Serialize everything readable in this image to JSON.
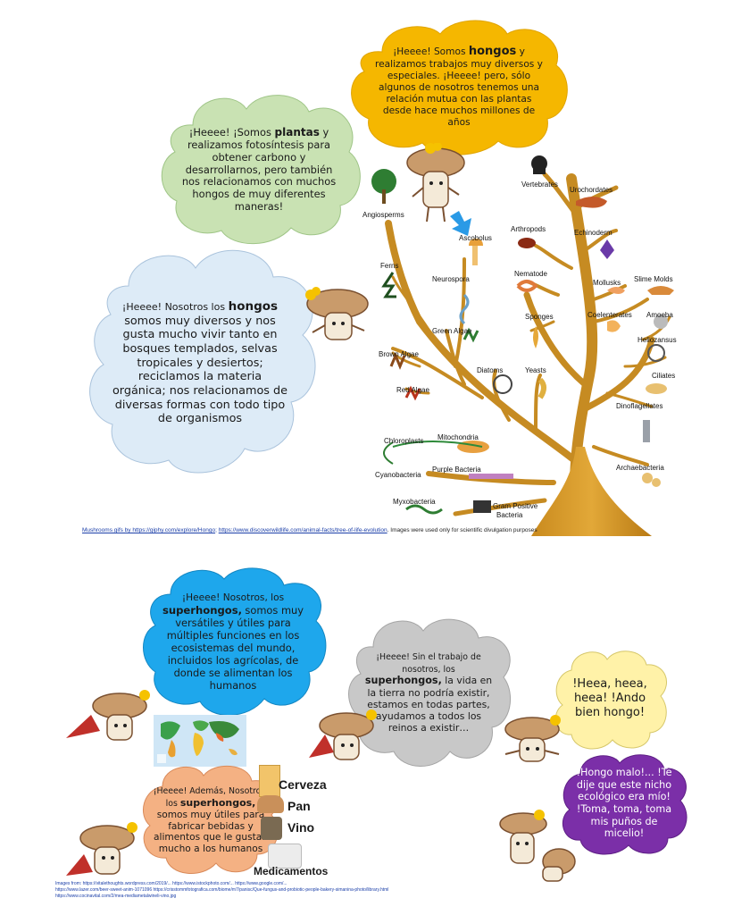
{
  "top": {
    "orange_cloud": {
      "before": "¡Heeee! Somos ",
      "bold": "hongos",
      "after": " y realizamos trabajos muy diversos y especiales. ¡Heeee! pero, sólo algunos de nosotros tenemos una relación mutua con las plantas desde hace muchos millones de años",
      "color": "#F5B700"
    },
    "green_cloud": {
      "before": "¡Heeee! ¡Somos ",
      "bold": "plantas",
      "after": " y realizamos fotosíntesis para obtener carbono y desarrollarnos, pero también nos relacionamos con muchos hongos de muy diferentes maneras!",
      "color": "#C9E2B3"
    },
    "blue_cloud": {
      "before": "¡Heeee! Nosotros los ",
      "bold": "hongos",
      "after": " somos muy diversos y nos gusta mucho vivir tanto en bosques templados, selvas tropicales y desiertos; reciclamos la materia orgánica; nos relacionamos de diversas formas con todo tipo de organismos",
      "color": "#DDEBF7"
    },
    "tree_labels": {
      "vertebrates": "Vertebrates",
      "urochordates": "Urochordates",
      "angiosperms": "Angiosperms",
      "ascobolus": "Ascobolus",
      "arthropods": "Arthropods",
      "echinoderm": "Echinoderm",
      "ferns": "Ferns",
      "neurospora": "Neurospora",
      "nematode": "Nematode",
      "mollusks": "Mollusks",
      "slime_molds": "Slime Molds",
      "green_algae": "Green Algae",
      "sponges": "Sponges",
      "coelenterates": "Coelenterates",
      "amoeba": "Amoeba",
      "heliozansus": "Heliozansus",
      "brown_algae": "Brown Algae",
      "diatoms": "Diatoms",
      "yeasts": "Yeasts",
      "ciliates": "Ciliates",
      "red_algae": "Red Algae",
      "dinoflagellates": "Dinoflagellates",
      "chloroplasts": "Chloroplasts",
      "mitochondria": "Mitochondria",
      "cyanobacteria": "Cyanobacteria",
      "purple_bacteria": "Purple Bacteria",
      "archaebacteria": "Archaebacteria",
      "myxobacteria": "Myxobacteria",
      "gram_positive_1": "Gram Positive",
      "gram_positive_2": "Bacteria"
    },
    "credit": {
      "link1": "Mushrooms gifs by https://giphy.com/explore/Hongo",
      "sep": "; ",
      "link2": "https://www.discoverwildlife.com/animal-facts/tree-of-life-evolution",
      "tail": ". Images were used only for scientific divulgation purposes"
    }
  },
  "bottom": {
    "blue_cloud": {
      "before": "¡Heeee! Nosotros, los ",
      "bold": "superhongos,",
      "after": " somos muy versátiles y útiles para múltiples funciones en los ecosistemas del mundo, incluidos los agrícolas, de donde se alimentan los humanos",
      "color": "#1EA7EC"
    },
    "grey_cloud": {
      "before": "¡Heeee! Sin el trabajo de nosotros, los ",
      "bold": "superhongos,",
      "after": " la vida en la tierra no podría existir, estamos en todas partes, ayudamos a todos los reinos a existir…",
      "color": "#C8C8C8"
    },
    "orange_cloud": {
      "before": "¡Heeee! Además, Nosotros, los ",
      "bold": "superhongos,",
      "after": " somos muy útiles para fabricar bebidas y alimentos que le gustan mucho a los humanos",
      "color": "#F4B183"
    },
    "yellow_cloud": {
      "text": "!Heea, heea, heea! !Ando bien hongo!",
      "color": "#FFF2A8"
    },
    "purple_cloud": {
      "text": "!Hongo malo!... !Te dije que este nicho ecológico era mío! !Toma, toma, toma mis puños de micelio!",
      "color": "#7B2FA8"
    },
    "products": {
      "cerveza": "Cerveza",
      "pan": "Pan",
      "vino": "Vino",
      "medicamentos": "Medicamentos"
    },
    "credits": [
      "Images from: https://vitalethoughts.wordpress.com/2019/...  https://www.istockphoto.com/...  https://www.google.com/...",
      "https://www.lazer.com/beer-sweet-anim-1071096  https://crisstommfotografica.com/biome/m7/panisc/Que-fungus-and-probiotic-people-bakery-simanina-photo/library.html",
      "https://www.cocinavital.com/2/mea-mediametalwineli-vino.jpg"
    ]
  }
}
